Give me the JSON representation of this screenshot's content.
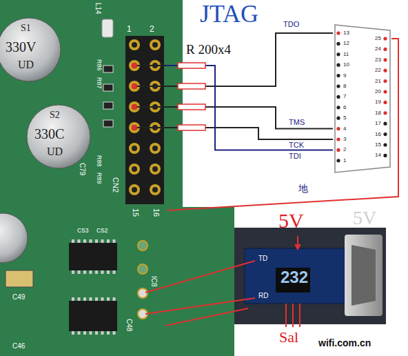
{
  "diagram": {
    "nodes": [
      {
        "text": [
          "1",
          "2",
          "CN2",
          "15",
          "16"
        ]
      },
      {
        "text": [
          "13",
          "12",
          "11",
          "10",
          "9",
          "8",
          "7",
          "6",
          "5",
          "4",
          "3",
          "2",
          "1",
          "25",
          "24",
          "23",
          "22",
          "21",
          "20",
          "19",
          "18",
          "17",
          "16",
          "15",
          "14"
        ]
      },
      {
        "text": [
          "TD",
          "RD",
          "232"
        ]
      }
    ],
    "edges": [
      {
        "from": 0,
        "to": 1,
        "label": "TDO",
        "arrow": "none"
      },
      {
        "from": 0,
        "to": 1,
        "label": "TMS",
        "arrow": "none"
      },
      {
        "from": 0,
        "to": 1,
        "label": "TCK",
        "arrow": "none"
      },
      {
        "from": 0,
        "to": 1,
        "label": "TDI",
        "arrow": "none"
      },
      {
        "from": 0,
        "to": 1,
        "label": "地",
        "arrow": "none"
      }
    ],
    "labels": [
      "JTAG",
      "R 200x4",
      "5V",
      "5V",
      "Sal",
      "wifi.com.cn",
      "L14",
      "R86",
      "R87",
      "R88",
      "R89",
      "C79",
      "C53",
      "C52",
      "C48",
      "IC8",
      "C49",
      "C46",
      "S1",
      "330V",
      "UD",
      "S2",
      "330C",
      "UD"
    ]
  }
}
